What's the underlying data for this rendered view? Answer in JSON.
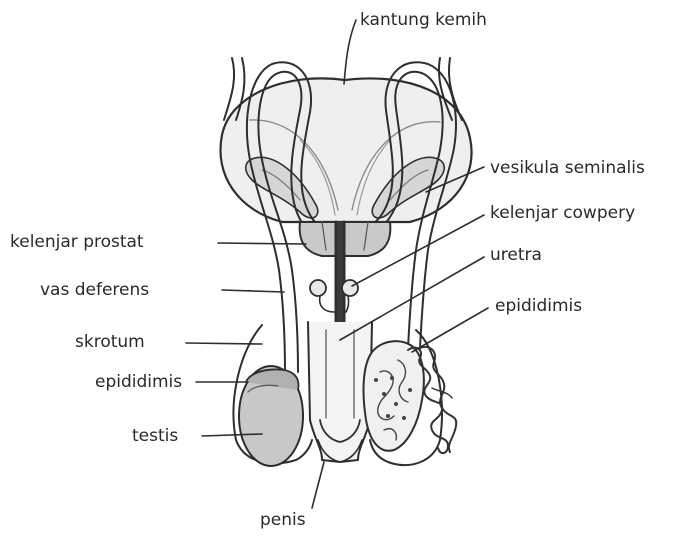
{
  "labels": {
    "kantung_kemih": "kantung kemih",
    "vesikula_seminalis": "vesikula seminalis",
    "kelenjar_cowpery": "kelenjar cowpery",
    "kelenjar_prostat": "kelenjar prostat",
    "uretra": "uretra",
    "vas_deferens": "vas deferens",
    "epididimis_right": "epididimis",
    "skrotum": "skrotum",
    "epididimis_left": "epididimis",
    "testis": "testis",
    "penis": "penis"
  },
  "colors": {
    "line": "#2e2e2e",
    "fill_light": "#efefef",
    "fill_mid": "#d4d4d4",
    "fill_dark": "#9a9a9a"
  }
}
